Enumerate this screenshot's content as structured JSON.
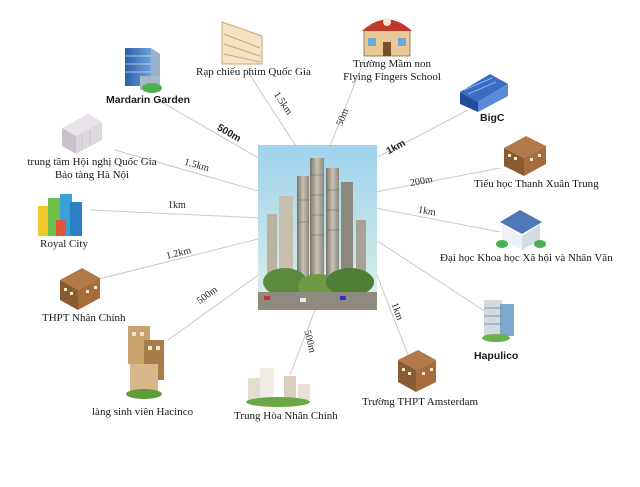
{
  "center": {
    "name": "center-building-icon"
  },
  "places": {
    "rap_chieu_phim": {
      "label": "Rạp chiếu phim Quốc Gia",
      "distance": "1.5km"
    },
    "truong_mam_non": {
      "label_line1": "Trường Mầm non",
      "label_line2": "Flying Fingers School",
      "distance": "50m"
    },
    "mardarin": {
      "label": "Mardarin Garden",
      "distance": "500m"
    },
    "bigc": {
      "label": "BigC",
      "distance": "1km"
    },
    "hoi_nghi": {
      "label_line1": "trung tâm Hội nghị Quốc Gia",
      "label_line2": "Bảo tàng Hà Nội",
      "distance": "1.5km"
    },
    "thanh_xuan_trung": {
      "label": "Tiểu học Thanh Xuân Trung",
      "distance": "200m"
    },
    "royal_city": {
      "label": "Royal City",
      "distance": "1km"
    },
    "dh_khxh": {
      "label": "Đại học Khoa học Xã hội và Nhân Văn",
      "distance": "1km"
    },
    "thpt_nhan_chinh": {
      "label": "THPT Nhân Chính",
      "distance": "1.2km"
    },
    "hapulico": {
      "label": "Hapulico",
      "distance": ""
    },
    "hacinco": {
      "label": "làng sinh viên Hacinco",
      "distance": "500m"
    },
    "trung_hoa": {
      "label": "Trung Hòa Nhân Chính",
      "distance": "500m"
    },
    "amsterdam": {
      "label": "Trường THPT Amsterdam",
      "distance": "1km"
    }
  }
}
